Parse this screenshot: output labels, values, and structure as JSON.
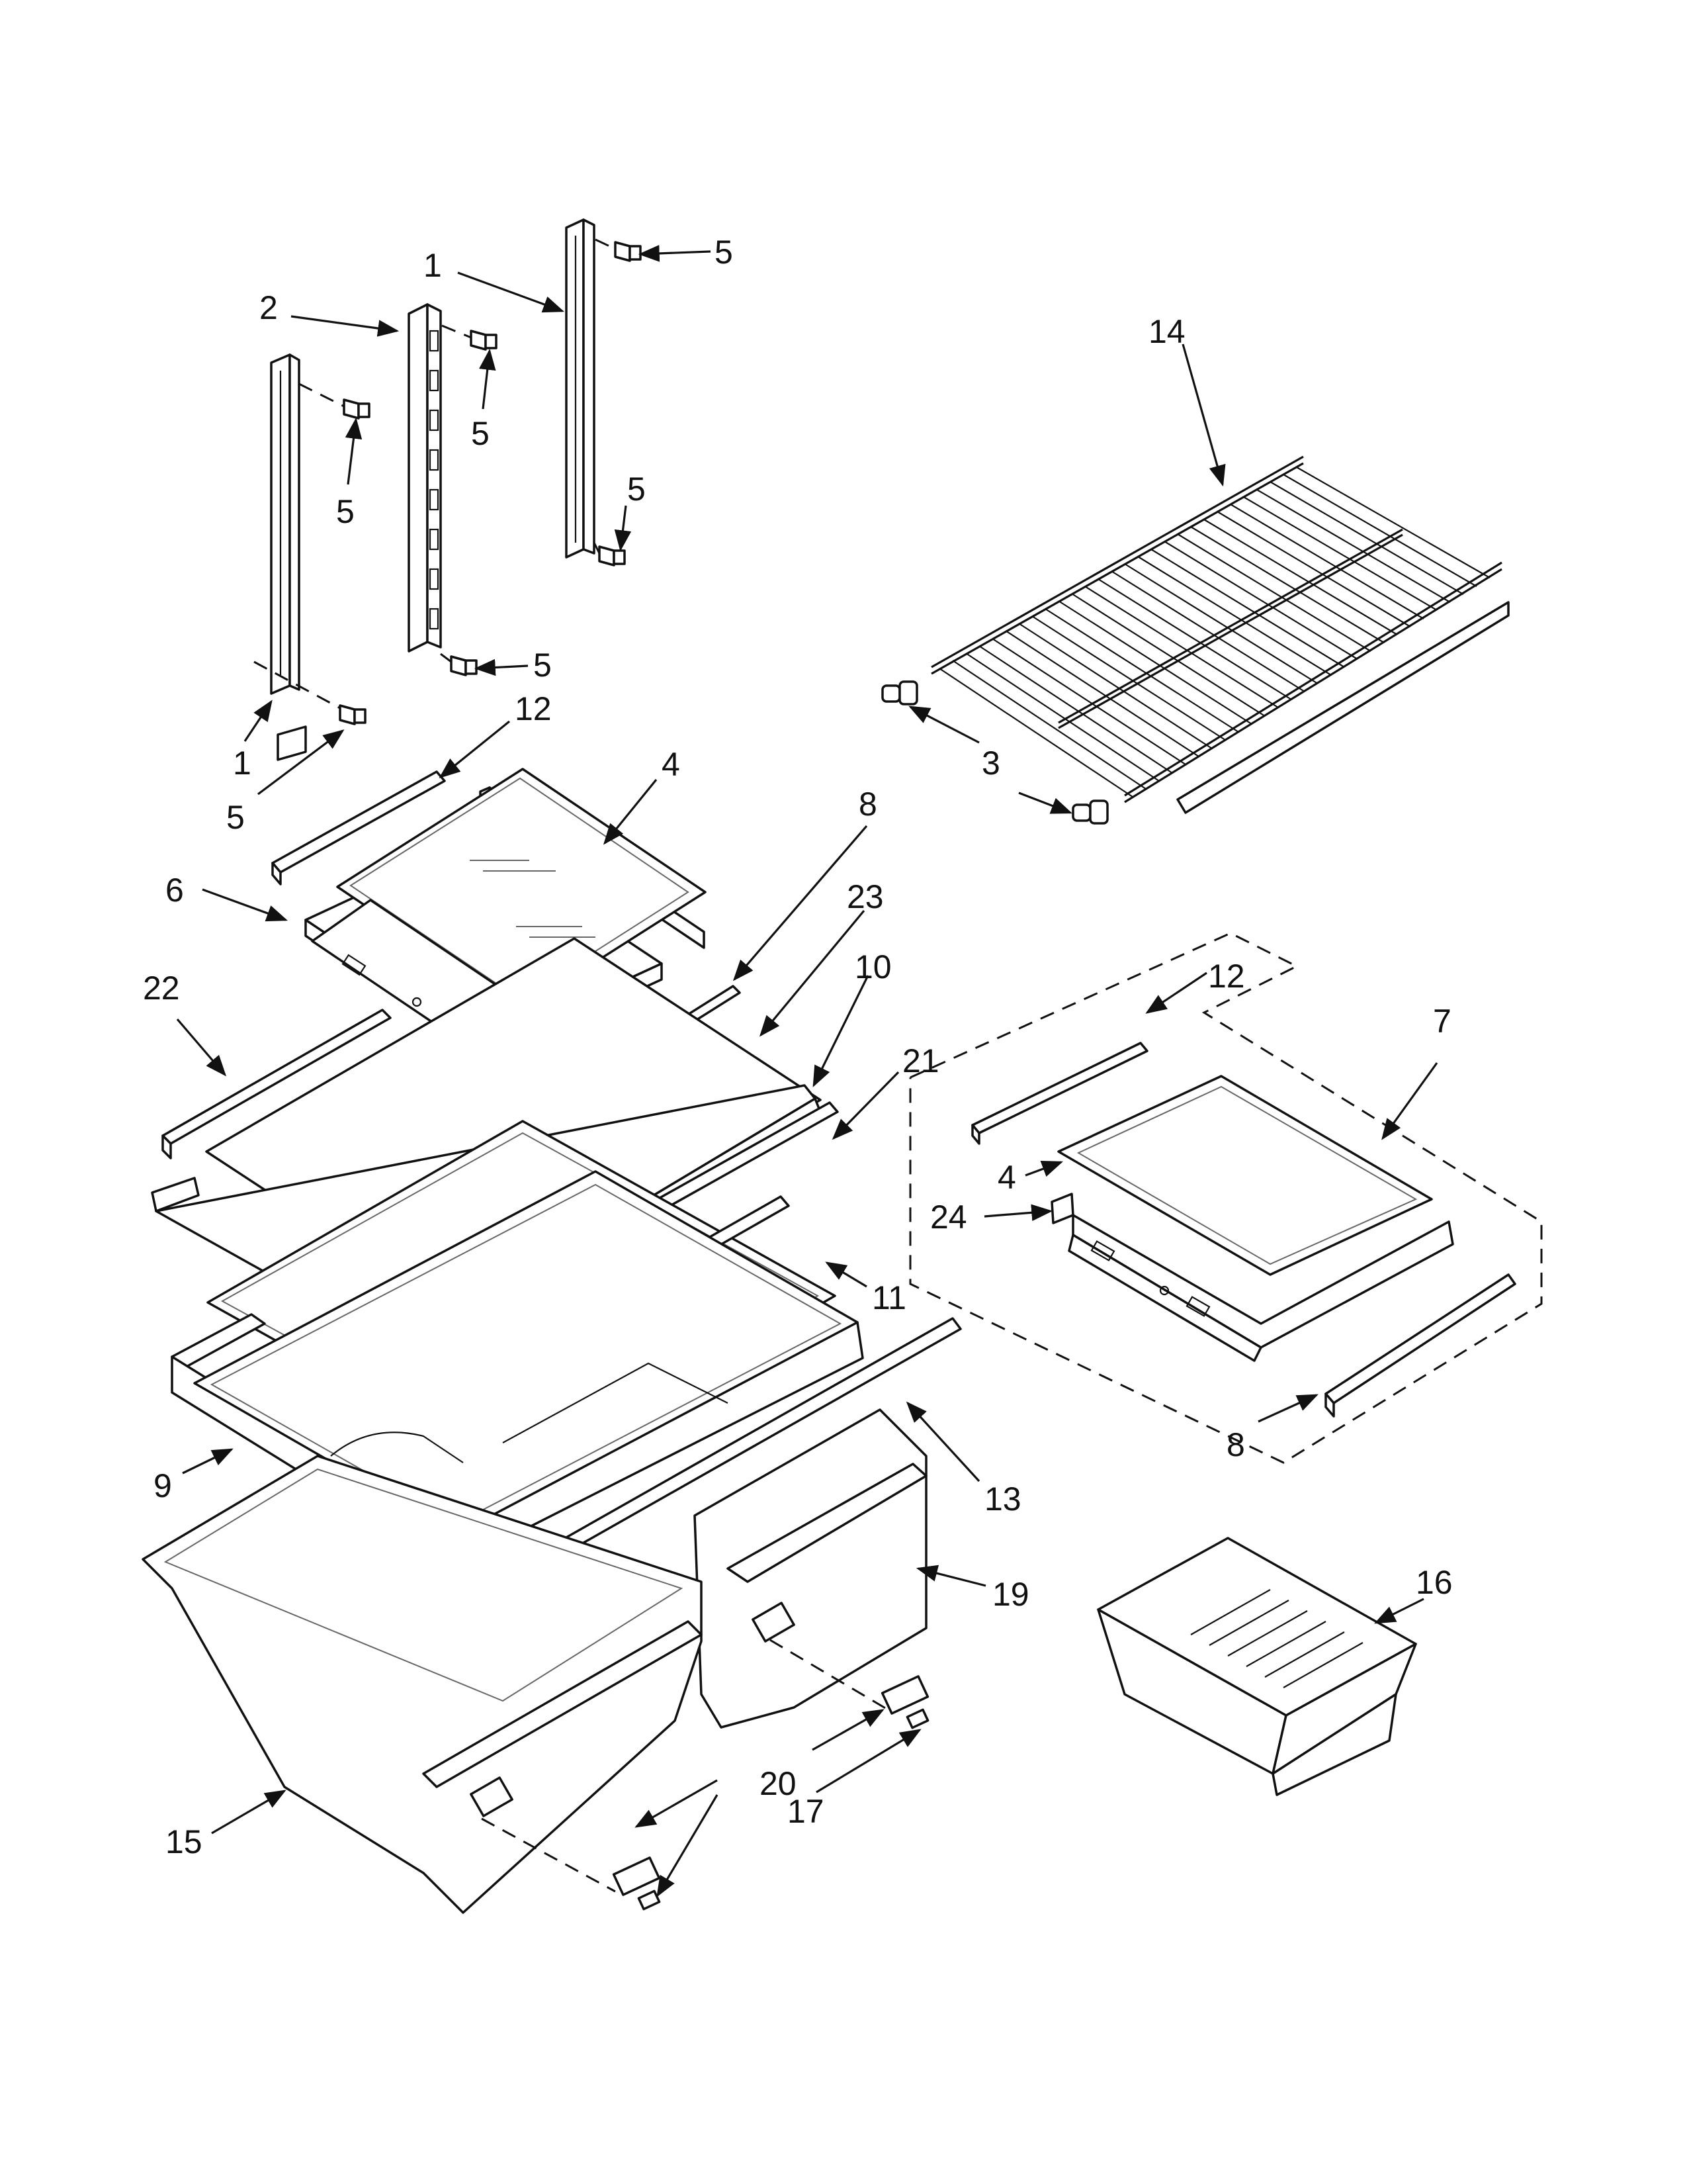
{
  "callouts": [
    {
      "id": "c1a",
      "text": "1"
    },
    {
      "id": "c2",
      "text": "2"
    },
    {
      "id": "c5a",
      "text": "5"
    },
    {
      "id": "c5b",
      "text": "5"
    },
    {
      "id": "c5c",
      "text": "5"
    },
    {
      "id": "c5d",
      "text": "5"
    },
    {
      "id": "c5e",
      "text": "5"
    },
    {
      "id": "c5f",
      "text": "5"
    },
    {
      "id": "c1b",
      "text": "1"
    },
    {
      "id": "c12a",
      "text": "12"
    },
    {
      "id": "c4a",
      "text": "4"
    },
    {
      "id": "c6",
      "text": "6"
    },
    {
      "id": "c8a",
      "text": "8"
    },
    {
      "id": "c23",
      "text": "23"
    },
    {
      "id": "c10",
      "text": "10"
    },
    {
      "id": "c22",
      "text": "22"
    },
    {
      "id": "c21",
      "text": "21"
    },
    {
      "id": "c11",
      "text": "11"
    },
    {
      "id": "c9",
      "text": "9"
    },
    {
      "id": "c13",
      "text": "13"
    },
    {
      "id": "c19",
      "text": "19"
    },
    {
      "id": "c15",
      "text": "15"
    },
    {
      "id": "c20",
      "text": "20"
    },
    {
      "id": "c17",
      "text": "17"
    },
    {
      "id": "c14",
      "text": "14"
    },
    {
      "id": "c3",
      "text": "3"
    },
    {
      "id": "c12b",
      "text": "12"
    },
    {
      "id": "c7",
      "text": "7"
    },
    {
      "id": "c4b",
      "text": "4"
    },
    {
      "id": "c24",
      "text": "24"
    },
    {
      "id": "c8b",
      "text": "8"
    },
    {
      "id": "c16",
      "text": "16"
    }
  ]
}
